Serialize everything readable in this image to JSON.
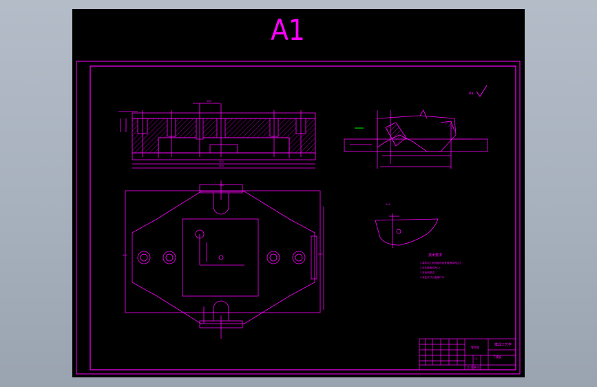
{
  "sheet": {
    "size_label": "A1",
    "colors": {
      "background": "#000000",
      "line": "#ff00ff",
      "frame": "#ff00ff",
      "letter": "#ff00ff",
      "accent": "#00ff00",
      "window": "#a7b0bd"
    }
  },
  "drawing": {
    "roughness_mark": "Ra",
    "section_mark": "A-A",
    "front_view": {
      "dim_top": "100",
      "dim_bottom": "500",
      "dim_mid": "300"
    },
    "plan_view": {
      "dim_top": "180",
      "dim_left": "420",
      "dim_right": "200"
    },
    "tech_req": {
      "heading": "技术要求",
      "lines": [
        "1.零件加工前须经时效处理消除内应力",
        "2.未注倒角均为C1",
        "3.去毛刺锐边",
        "4.未注尺寸公差按IT12"
      ]
    },
    "title_block": {
      "title": "模具工艺学",
      "subtitle": "零件图",
      "part_name": "下模座",
      "scale": "1:1",
      "sheet_no": "共1张 第1张"
    }
  }
}
